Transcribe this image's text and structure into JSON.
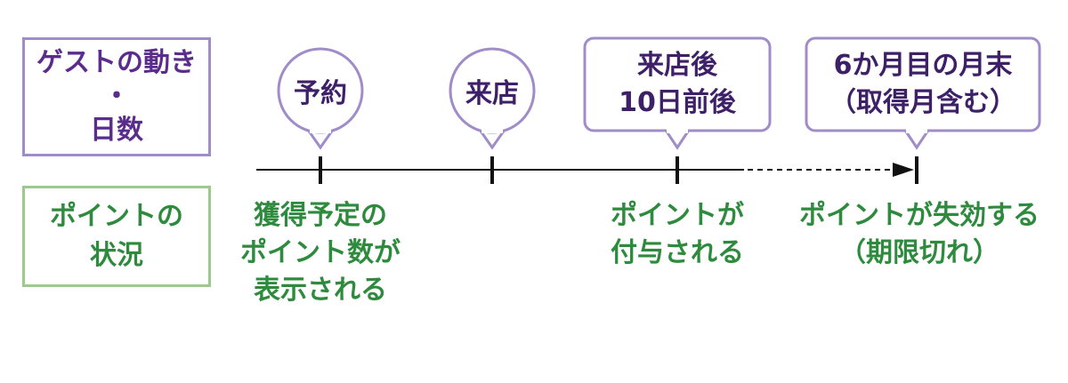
{
  "rows": {
    "guest": "ゲストの動き\n・\n日数",
    "points": "ポイントの\n状況"
  },
  "events": [
    {
      "label": "予約"
    },
    {
      "label": "来店"
    },
    {
      "label": "来店後\n10日前後"
    },
    {
      "label": "6か月目の月末\n（取得月含む）"
    }
  ],
  "point_status": [
    {
      "text": "獲得予定の\nポイント数が\n表示される"
    },
    {
      "text": "ポイントが\n付与される"
    },
    {
      "text": "ポイントが失効する\n（期限切れ）"
    }
  ],
  "colors": {
    "purple_border": "#a08cc8",
    "purple_text": "#3d2068",
    "green_border": "#9cc98e",
    "green_text": "#2e8b3e",
    "line": "#111111"
  }
}
